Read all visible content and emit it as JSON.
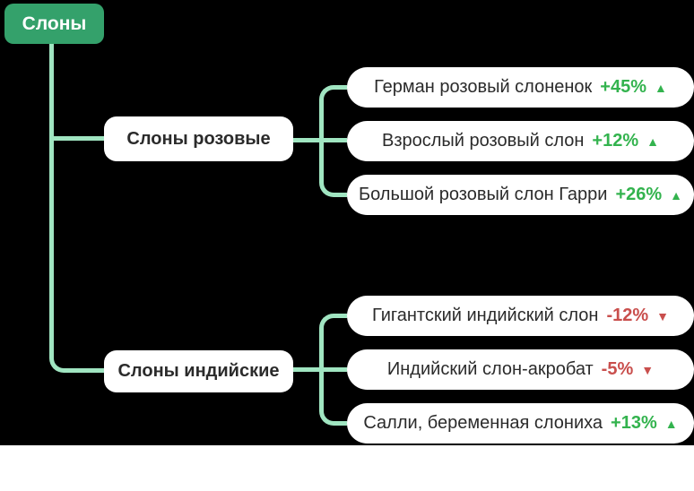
{
  "palette": {
    "background": "#000000",
    "bottom_band": "#FFFFFF",
    "root_bg": "#34A16B",
    "node_bg": "#FFFFFF",
    "connector": "#A0E5C1",
    "text_dark": "#2B2B2B",
    "up": "#33B34E",
    "down": "#C94F4D"
  },
  "icons": {
    "up_triangle": "▲",
    "down_triangle": "▼"
  },
  "root": {
    "label": "Слоны"
  },
  "groups": [
    {
      "label": "Слоны розовые",
      "items": [
        {
          "name": "Герман розовый слоненок",
          "change": "+45%",
          "direction": "up"
        },
        {
          "name": "Взрослый розовый слон",
          "change": "+12%",
          "direction": "up"
        },
        {
          "name": "Большой розовый слон Гарри",
          "change": "+26%",
          "direction": "up"
        }
      ]
    },
    {
      "label": "Слоны индийские",
      "items": [
        {
          "name": "Гигантский индийский слон",
          "change": "-12%",
          "direction": "down"
        },
        {
          "name": "Индийский слон-акробат",
          "change": "-5%",
          "direction": "down"
        },
        {
          "name": "Салли, беременная слониха",
          "change": "+13%",
          "direction": "up"
        }
      ]
    }
  ]
}
